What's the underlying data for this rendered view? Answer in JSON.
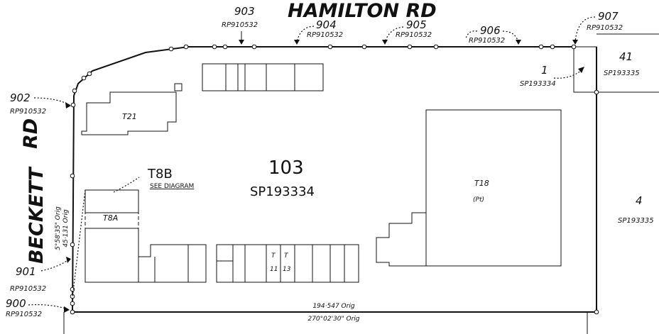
{
  "roads": {
    "north": "HAMILTON RD",
    "west_top": "RD",
    "west_main": "BECKETT"
  },
  "main_lot": {
    "number": "103",
    "plan": "SP193334"
  },
  "buildings": {
    "t21": "T21",
    "t8b": "T8B",
    "t8b_note": "SEE DIAGRAM",
    "t8a": "T8A",
    "t18": "T18",
    "t18_note": "(Pt)",
    "t11a": "T",
    "t11b": "11",
    "t13a": "T",
    "t13b": "13"
  },
  "lots": {
    "l903": {
      "number": "903",
      "plan": "RP910532"
    },
    "l904": {
      "number": "904",
      "plan": "RP910532"
    },
    "l905": {
      "number": "905",
      "plan": "RP910532"
    },
    "l906": {
      "number": "906",
      "plan": "RP910532"
    },
    "l907": {
      "number": "907",
      "plan": "RP910532"
    },
    "l902": {
      "number": "902",
      "plan": "RP910532"
    },
    "l901": {
      "number": "901",
      "plan": "RP910532"
    },
    "l900": {
      "number": "900",
      "plan": "RP910532"
    },
    "l1": {
      "number": "1",
      "plan": "SP193334"
    },
    "l41": {
      "number": "41",
      "plan": "SP193335"
    },
    "l4": {
      "number": "4",
      "plan": "SP193335"
    }
  },
  "bearings": {
    "west_bearing": "5°58'35\" Orig",
    "west_distance": "45·131 Orig",
    "south_distance": "194·547 Orig",
    "south_bearing": "270°02'30\" Orig"
  }
}
